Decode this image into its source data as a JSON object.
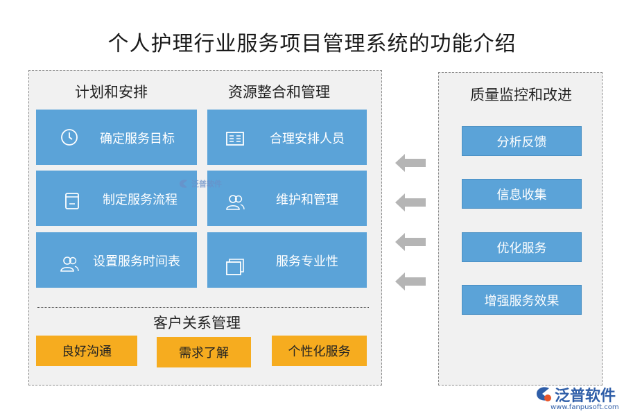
{
  "title": "个人护理行业服务项目管理系统的功能介绍",
  "left_panel": {
    "col1_title": "计划和安排",
    "col2_title": "资源整合和管理",
    "col1_items": [
      {
        "label": "确定服务目标",
        "icon": "clock-icon"
      },
      {
        "label": "制定服务流程",
        "icon": "document-icon"
      },
      {
        "label": "设置服务时间表",
        "icon": "users-icon"
      }
    ],
    "col2_items": [
      {
        "label": "合理安排人员",
        "icon": "schedule-icon"
      },
      {
        "label": "维护和管理",
        "icon": "users-icon"
      },
      {
        "label": "服务专业性",
        "icon": "cards-icon"
      }
    ],
    "crm_title": "客户关系管理",
    "crm_items": [
      "良好沟通",
      "需求了解",
      "个性化服务"
    ]
  },
  "right_panel": {
    "title": "质量监控和改进",
    "items": [
      "分析反馈",
      "信息收集",
      "优化服务",
      "增强服务效果"
    ]
  },
  "watermark": {
    "text": "泛普软件"
  },
  "logo": {
    "name": "泛普软件",
    "url": "www.fanpusoft.com"
  },
  "colors": {
    "blue": "#5ba3d8",
    "orange": "#f6ac1f",
    "arrow": "#b5b5b5",
    "panel_bg": "#f1f1f1"
  }
}
